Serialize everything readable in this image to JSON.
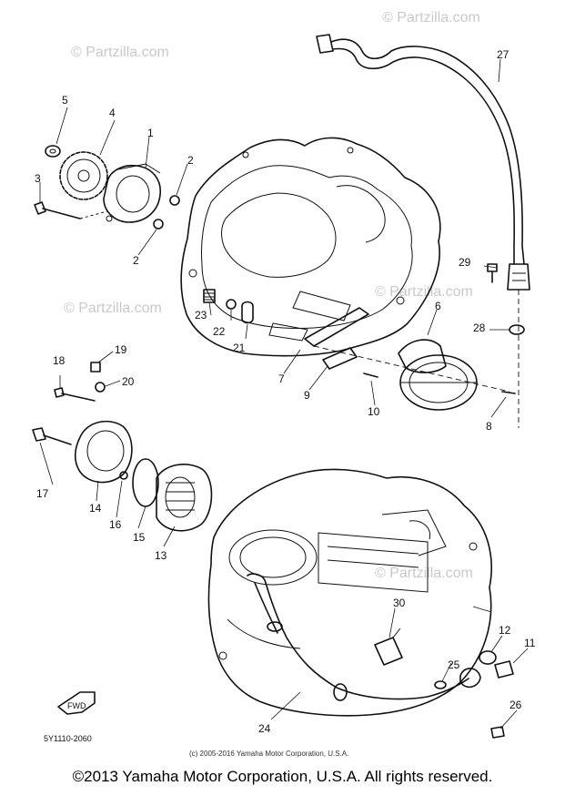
{
  "watermarks": [
    "© Partzilla.com",
    "© Partzilla.com",
    "© Partzilla.com",
    "© Partzilla.com",
    "© Partzilla.com"
  ],
  "callouts": [
    "1",
    "2",
    "2",
    "3",
    "4",
    "5",
    "6",
    "7",
    "8",
    "9",
    "10",
    "11",
    "12",
    "14",
    "15",
    "16",
    "17",
    "13",
    "18",
    "19",
    "20",
    "21",
    "22",
    "23",
    "24",
    "25",
    "26",
    "27",
    "28",
    "29",
    "30"
  ],
  "fwd_label": "FWD",
  "drawing_code": "5Y1110-2060",
  "inner_copyright": "(c) 2005-2016 Yamaha Motor Corporation, U.S.A.",
  "copyright": "©2013 Yamaha Motor Corporation, U.S.A. All rights reserved."
}
